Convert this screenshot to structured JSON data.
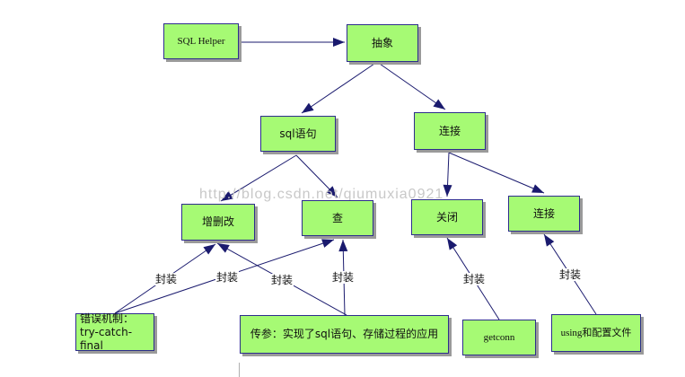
{
  "watermark": "http://blog.csdn.net/qiumuxia0921",
  "nodes": {
    "sqlhelper": "SQL Helper",
    "abstract": "抽象",
    "sql": "sql语句",
    "connect1": "连接",
    "crud": "增删改",
    "query": "查",
    "close": "关闭",
    "connect2": "连接",
    "error": "错误机制：try-catch-final",
    "param": "传参：实现了sql语句、存储过程的应用",
    "getconn": "getconn",
    "config": "using和配置文件"
  },
  "edge_labels": {
    "error_crud": "封装",
    "error_query": "封装",
    "param_crud": "封装",
    "param_query": "封装",
    "getconn_close": "封装",
    "config_connect2": "封装"
  },
  "colors": {
    "node_fill": "#a6fa74",
    "node_border": "#2d2d8c",
    "edge": "#1a1a6e"
  }
}
